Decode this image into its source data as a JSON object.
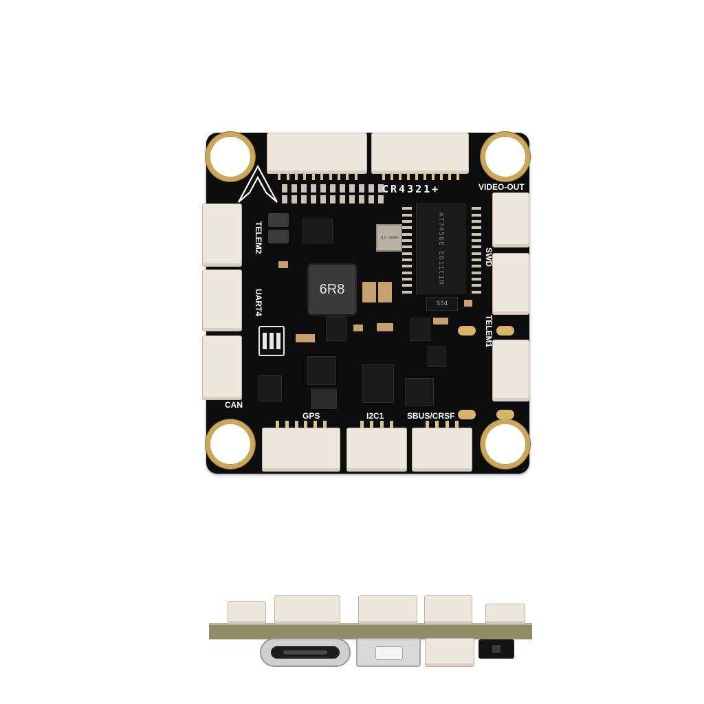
{
  "board": {
    "silkscreen_model": "CR4321+",
    "inductor_marking": "6R8",
    "chip_marking_main": "AT7456E E611C1N",
    "diode_marking": "S34",
    "crystal_marking": "32.000",
    "labels": {
      "video_out": "VIDEO-OUT",
      "swd": "SWD",
      "telem1": "TELEM1",
      "telem2": "TELEM2",
      "uart4": "UART4",
      "can": "CAN",
      "gps": "GPS",
      "i2c1": "I2C1",
      "sbus_crsf": "SBUS/CRSF"
    }
  },
  "icons": {
    "logo": "triangle-logo-icon"
  }
}
